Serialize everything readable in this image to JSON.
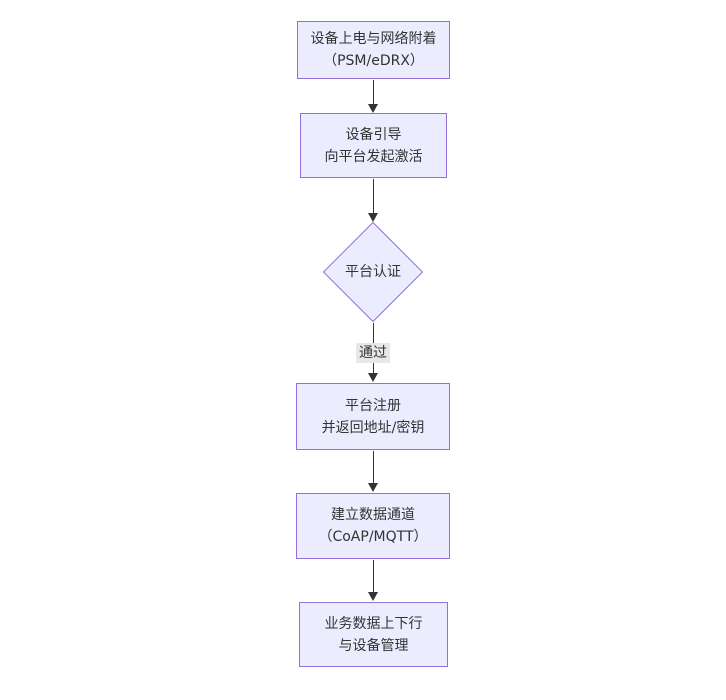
{
  "flowchart": {
    "type": "flowchart-vertical",
    "colors": {
      "node_fill": "#ECECFF",
      "node_border": "#9370DB",
      "text": "#333333",
      "arrow": "#333333",
      "edge_label_bg": "#e8e8e8",
      "background": "#ffffff"
    },
    "nodes": [
      {
        "id": "power-on",
        "type": "rect",
        "lines": [
          "设备上电与网络附着",
          "（PSM/eDRX）"
        ]
      },
      {
        "id": "bootstrap",
        "type": "rect",
        "lines": [
          "设备引导",
          "向平台发起激活"
        ]
      },
      {
        "id": "auth",
        "type": "diamond",
        "lines": [
          "平台认证"
        ]
      },
      {
        "id": "register",
        "type": "rect",
        "lines": [
          "平台注册",
          "并返回地址/密钥"
        ]
      },
      {
        "id": "channel",
        "type": "rect",
        "lines": [
          "建立数据通道",
          "（CoAP/MQTT）"
        ]
      },
      {
        "id": "business",
        "type": "rect",
        "lines": [
          "业务数据上下行",
          "与设备管理"
        ]
      }
    ],
    "edges": [
      {
        "from": "power-on",
        "to": "bootstrap",
        "label": ""
      },
      {
        "from": "bootstrap",
        "to": "auth",
        "label": ""
      },
      {
        "from": "auth",
        "to": "register",
        "label": "通过"
      },
      {
        "from": "register",
        "to": "channel",
        "label": ""
      },
      {
        "from": "channel",
        "to": "business",
        "label": ""
      }
    ]
  }
}
